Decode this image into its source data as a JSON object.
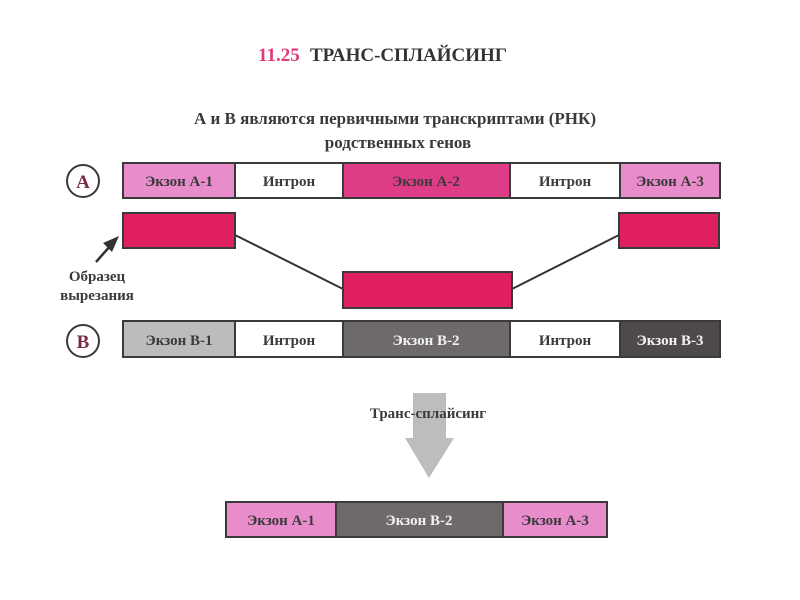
{
  "title": {
    "number": "11.25",
    "text": "ТРАНС-СПЛАЙСИНГ"
  },
  "subtitle": {
    "line1": "А и В являются первичными транскриптами (РНК)",
    "line2": "родственных генов"
  },
  "transcript_a": {
    "marker": "A",
    "segments": [
      {
        "label": "Экзон А-1",
        "kind": "exon"
      },
      {
        "label": "Интрон",
        "kind": "intron"
      },
      {
        "label": "Экзон А-2",
        "kind": "exon"
      },
      {
        "label": "Интрон",
        "kind": "intron"
      },
      {
        "label": "Экзон А-3",
        "kind": "exon"
      }
    ]
  },
  "transcript_b": {
    "marker": "B",
    "segments": [
      {
        "label": "Экзон В-1",
        "kind": "exon"
      },
      {
        "label": "Интрон",
        "kind": "intron"
      },
      {
        "label": "Экзон В-2",
        "kind": "exon"
      },
      {
        "label": "Интрон",
        "kind": "intron"
      },
      {
        "label": "Экзон В-3",
        "kind": "exon"
      }
    ]
  },
  "cut_pattern": {
    "label_line1": "Образец",
    "label_line2": "вырезания"
  },
  "process_label": "Транс-сплайсинг",
  "result": {
    "segments": [
      {
        "label": "Экзон А-1"
      },
      {
        "label": "Экзон В-2"
      },
      {
        "label": "Экзон А-3"
      }
    ]
  },
  "colors": {
    "title_number": "#e03a7a",
    "title_text": "#333333",
    "exon_a_light": "#e88ccc",
    "exon_a_main": "#de3c86",
    "cut_box": "#e0205e",
    "exon_b1": "#bcbcbc",
    "exon_b2": "#6e6a6a",
    "exon_b3": "#4e4a4a",
    "intron": "#ffffff",
    "border": "#3a3a3a",
    "marker_letter": "#7a2a4a",
    "process_arrow": "#bdbdbd"
  }
}
